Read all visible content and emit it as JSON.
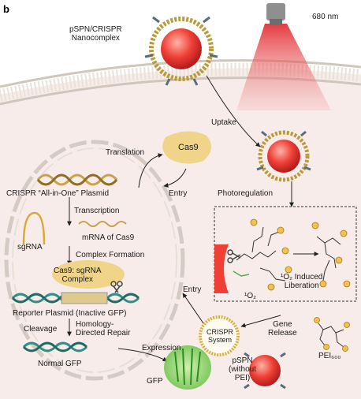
{
  "panel_letter": "b",
  "labels": {
    "nanocomplex": "pSPN/CRISPR\nNanocomplex",
    "wavelength": "680 nm",
    "uptake": "Uptake",
    "translation": "Translation",
    "cas9": "Cas9",
    "entry_top": "Entry",
    "plasmid": "CRISPR “All-in-One” Plasmid",
    "transcription": "Transcription",
    "sgrna": "sgRNA",
    "mrna": "mRNA of Cas9",
    "complex_formation": "Complex Formation",
    "cas9_sgrna_complex": "Cas9: sgRNA\nComplex",
    "reporter_plasmid": "Reporter Plasmid (Inactive GFP)",
    "cleavage": "Cleavage",
    "hdr": "Homology-\nDirected Repair",
    "normal_gfp": "Normal GFP",
    "expression": "Expression",
    "gfp": "GFP",
    "photoregulation": "Photoregulation",
    "singlet_o2": "¹O₂",
    "o2_liberation": "¹O₂ Induced\nLiberation",
    "entry_bottom": "Entry",
    "crispr_system": "CRISPR\nSystem",
    "gene_release": "Gene\nRelease",
    "pspn_without_pei": "pSPN\n(without\nPEI)",
    "pei600": "PEI₆₀₀"
  },
  "colors": {
    "membrane_bilayer": "#d9d2c8",
    "cytoplasm": "#f7ecea",
    "laser": "#e0262b",
    "nanoparticle": "#ef4036",
    "cas9_blob": "#f0d48a",
    "dna_gold": "#c9a34a",
    "dna_teal": "#2f8f86",
    "gfp_green": "#43b02a",
    "crispr_ring": "#d9b13a"
  }
}
